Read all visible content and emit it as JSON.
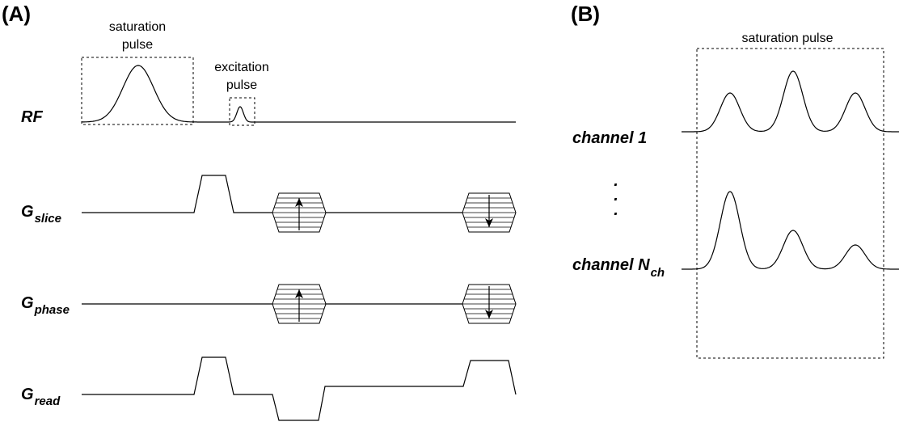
{
  "panel_a": {
    "label": "(A)",
    "saturation_pulse": [
      "saturation",
      "pulse"
    ],
    "excitation_pulse": [
      "excitation",
      "pulse"
    ],
    "rows": [
      {
        "main": "RF",
        "sub": ""
      },
      {
        "main": "G",
        "sub": "slice"
      },
      {
        "main": "G",
        "sub": "phase"
      },
      {
        "main": "G",
        "sub": "read"
      }
    ]
  },
  "panel_b": {
    "label": "(B)",
    "saturation_pulse": "saturation pulse",
    "channel_1": {
      "main": "channel 1",
      "sub": ""
    },
    "dots": [
      ".",
      ".",
      "."
    ],
    "channel_n": {
      "main": "channel N",
      "sub": "ch"
    }
  }
}
